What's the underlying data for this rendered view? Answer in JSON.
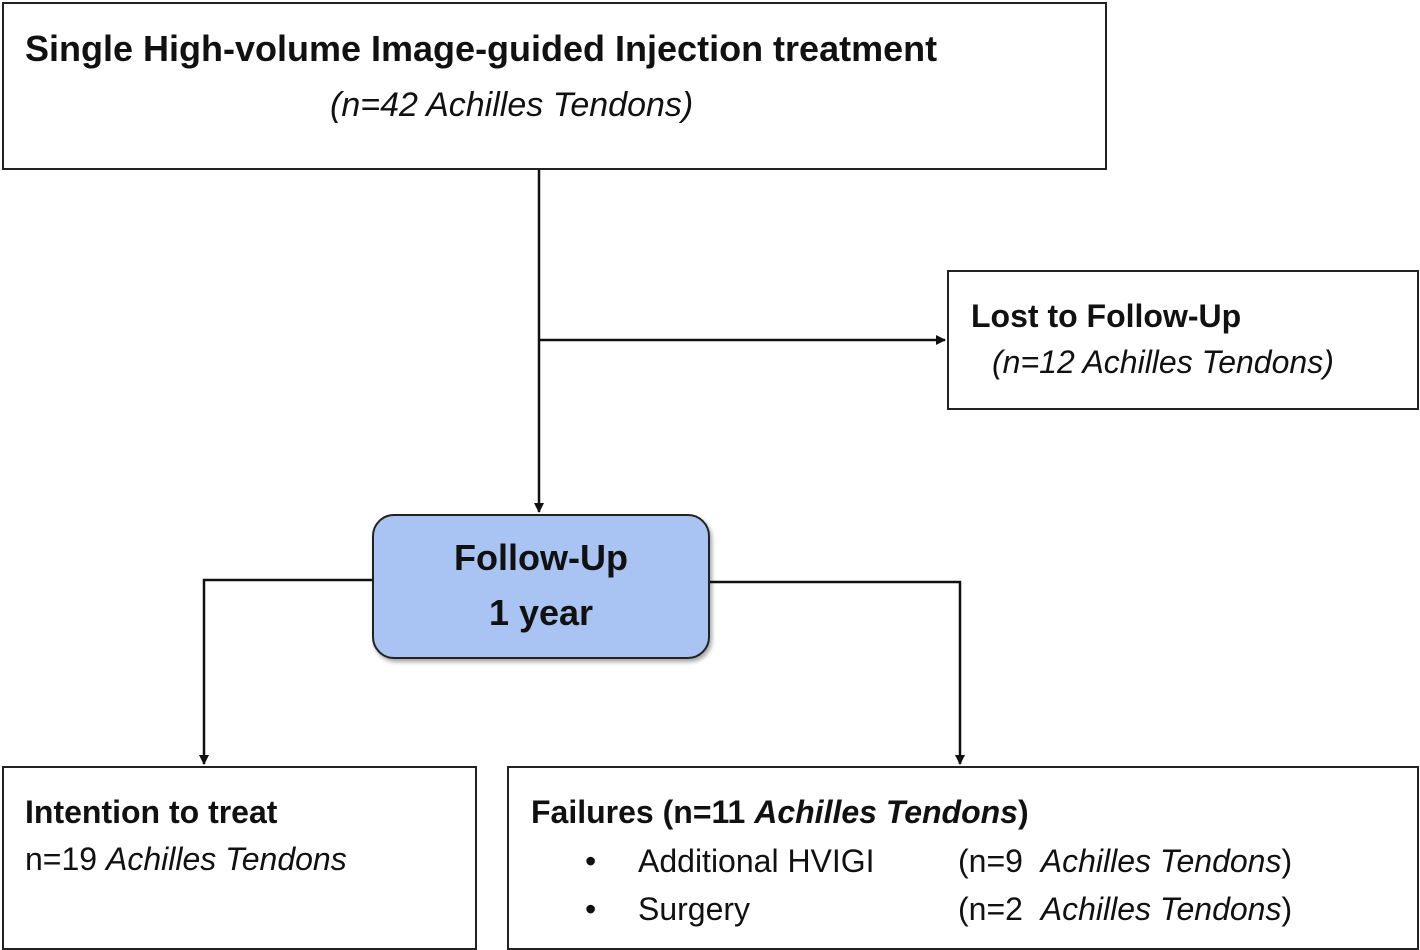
{
  "top_box": {
    "title": "Single High-volume Image-guided Injection treatment",
    "subtitle": "(n=42 Achilles Tendons)"
  },
  "lost_box": {
    "title": "Lost to Follow-Up",
    "subtitle": "(n=12 Achilles Tendons)"
  },
  "followup_box": {
    "line1": "Follow-Up",
    "line2": "1 year",
    "fill_color": "#a9c3f2"
  },
  "itt_box": {
    "title": "Intention to treat",
    "count": "n=19",
    "unit": "Achilles Tendons"
  },
  "failures_box": {
    "title_prefix": "Failures (n=11",
    "title_unit": "Achilles Tendons",
    "title_suffix": ")",
    "items": [
      {
        "bullet": "•",
        "label": "Additional HVIGI",
        "count_prefix": "(n=9",
        "unit": "Achilles Tendons",
        "suffix": ")"
      },
      {
        "bullet": "•",
        "label": "Surgery",
        "count_prefix": "(n=2",
        "unit": "Achilles Tendons",
        "suffix": ")"
      }
    ]
  }
}
